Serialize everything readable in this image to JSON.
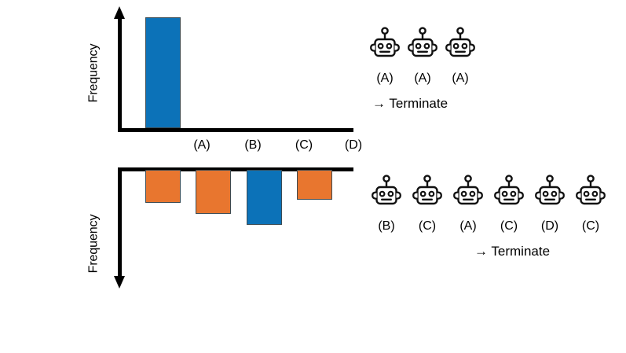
{
  "figure": {
    "background": "#ffffff",
    "colors": {
      "blue": "#0c72b8",
      "orange": "#e8762f",
      "bar_stroke": "#3b4a52",
      "axis": "#000000",
      "text": "#000000"
    }
  },
  "chart_data": [
    {
      "type": "bar",
      "id": "top-histogram",
      "title": "",
      "xlabel": "",
      "ylabel": "Frequency",
      "categories": [
        "(A)",
        "(B)",
        "(C)",
        "(D)"
      ],
      "values": [
        1.0,
        0,
        0,
        0
      ],
      "bar_colors": [
        "#0c72b8",
        "#0c72b8",
        "#0c72b8",
        "#0c72b8"
      ],
      "direction": "up",
      "ylim": [
        0,
        1.05
      ],
      "grid": false,
      "legend": "none",
      "axis_arrow": "up",
      "tick_labels": [
        "(A)",
        "(B)",
        "(C)",
        "(D)"
      ]
    },
    {
      "type": "bar",
      "id": "bottom-histogram",
      "title": "",
      "xlabel": "",
      "ylabel": "Frequency",
      "categories": [
        "(A)",
        "(B)",
        "(C)",
        "(D)"
      ],
      "values": [
        -0.29,
        -0.4,
        -0.5,
        -0.27
      ],
      "bar_colors": [
        "#e8762f",
        "#e8762f",
        "#0c72b8",
        "#e8762f"
      ],
      "direction": "down",
      "ylim": [
        -1.0,
        0
      ],
      "grid": false,
      "legend": "none",
      "axis_arrow": "down",
      "tick_labels": []
    }
  ],
  "robot_groups": [
    {
      "id": "top-robots",
      "icon": "robot-head-icon",
      "robots": [
        {
          "label": "(A)"
        },
        {
          "label": "(A)"
        },
        {
          "label": "(A)"
        }
      ],
      "outcome": "→ Terminate"
    },
    {
      "id": "bottom-robots",
      "icon": "robot-head-icon",
      "robots": [
        {
          "label": "(B)"
        },
        {
          "label": "(C)"
        },
        {
          "label": "(A)"
        },
        {
          "label": "(C)"
        },
        {
          "label": "(D)"
        },
        {
          "label": "(C)"
        }
      ],
      "outcome": "→ Terminate"
    }
  ]
}
